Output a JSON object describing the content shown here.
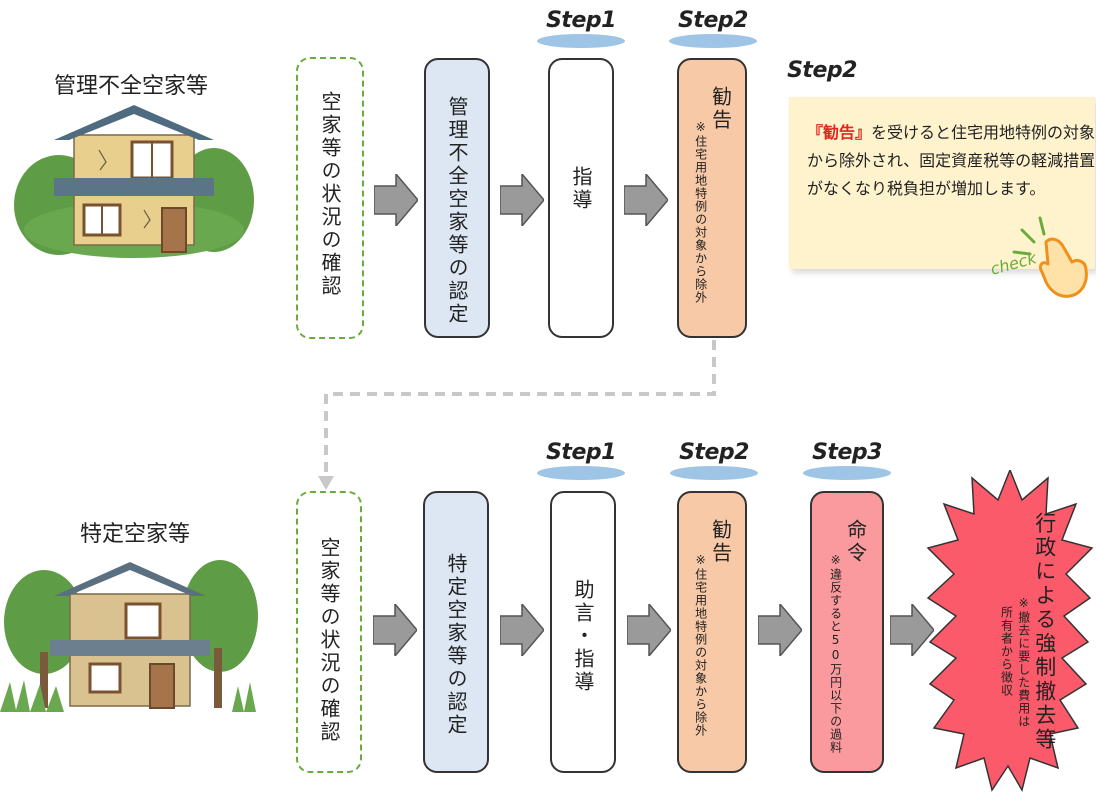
{
  "upper": {
    "heading": "管理不全空家等",
    "confirm_label": "空家等の状況の確認",
    "certify_label": "管理不全空家等の認定",
    "step1": {
      "step_label": "Step1",
      "label": "指導"
    },
    "step2": {
      "step_label": "Step2",
      "title": "勧告",
      "note": "※住宅用地特例の対象から除外"
    }
  },
  "callout": {
    "step_label": "Step2",
    "highlight": "『勧告』",
    "text": "を受けると住宅用地特例の対象から除外され、固定資産税等の軽減措置がなくなり税負担が増加します。",
    "check_label": "check"
  },
  "lower": {
    "heading": "特定空家等",
    "confirm_label": "空家等の状況の確認",
    "certify_label": "特定空家等の認定",
    "step1": {
      "step_label": "Step1",
      "label": "助言・指導"
    },
    "step2": {
      "step_label": "Step2",
      "title": "勧告",
      "note": "※住宅用地特例の対象から除外"
    },
    "step3": {
      "step_label": "Step3",
      "title": "命令",
      "note": "※違反すると50万円以下の過料"
    },
    "final": {
      "title": "行政による強制撤去等",
      "note1": "※撤去に要した費用は",
      "note2": "所有者から徴収"
    }
  },
  "colors": {
    "dashed_border": "#6aac3c",
    "certify_fill": "#dce7f3",
    "recommend_fill": "#f8c9a6",
    "order_fill": "#fb9a9e",
    "burst_fill": "#fb5a6a",
    "step_ellipse": "#9ec5e6",
    "arrow_fill": "#9a9a9a",
    "callout_bg": "#fff3cd",
    "highlight_text": "#e0261c"
  }
}
